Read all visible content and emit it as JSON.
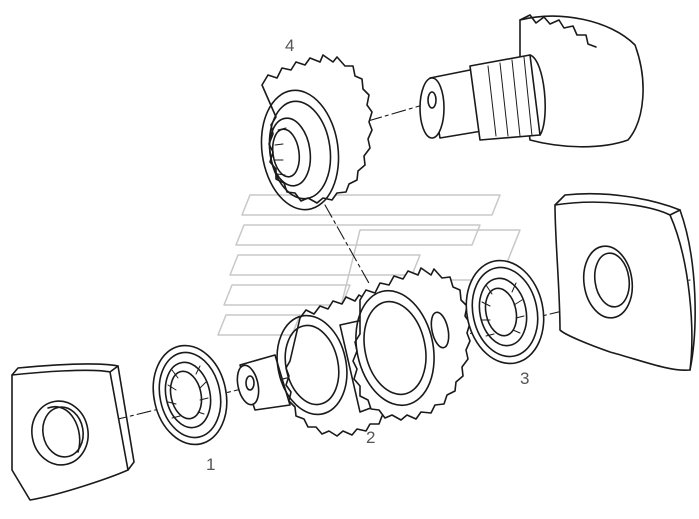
{
  "diagram": {
    "callouts": [
      {
        "id": "1",
        "label": "1"
      },
      {
        "id": "2",
        "label": "2"
      },
      {
        "id": "3",
        "label": "3"
      },
      {
        "id": "4",
        "label": "4"
      }
    ],
    "colors": {
      "line": "#1a1a1a",
      "label": "#555555",
      "watermark": "#c8c8c8",
      "background": "#ffffff"
    },
    "icons": [
      "bearing-housing",
      "ball-bearing",
      "cluster-gear-shaft",
      "spur-gear",
      "bevel-pinion-shaft",
      "brand-watermark"
    ]
  }
}
